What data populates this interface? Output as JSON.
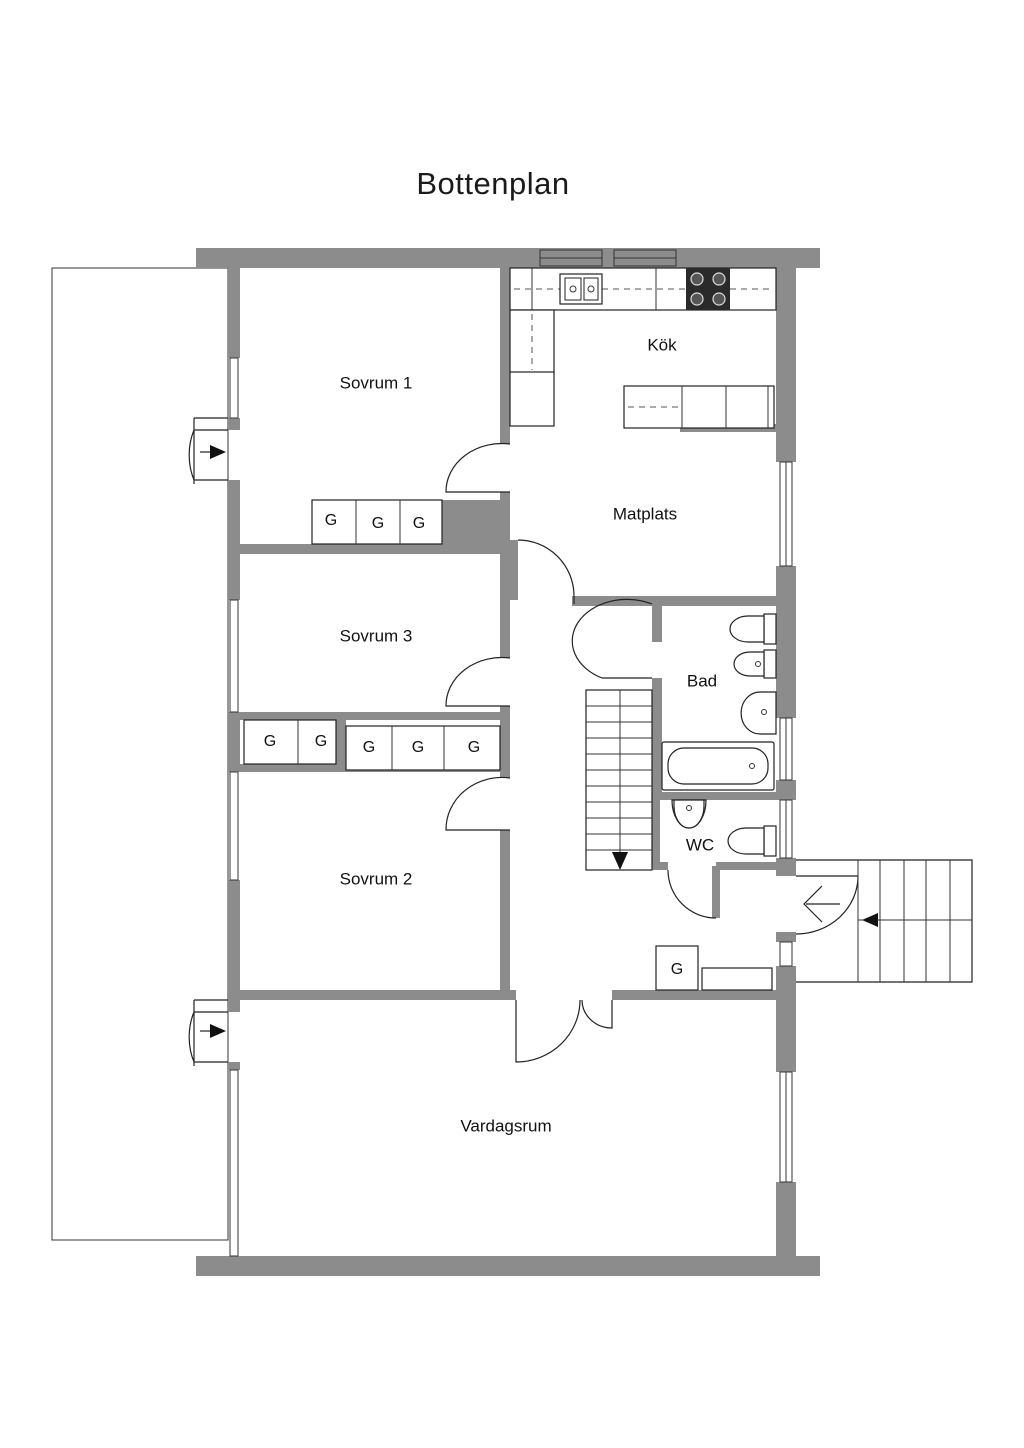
{
  "title": "Bottenplan",
  "rooms": {
    "sovrum1": "Sovrum 1",
    "kok": "Kök",
    "matplats": "Matplats",
    "sovrum3": "Sovrum 3",
    "bad": "Bad",
    "wc": "WC",
    "sovrum2": "Sovrum 2",
    "vardagsrum": "Vardagsrum"
  },
  "wardrobe_label": "G"
}
